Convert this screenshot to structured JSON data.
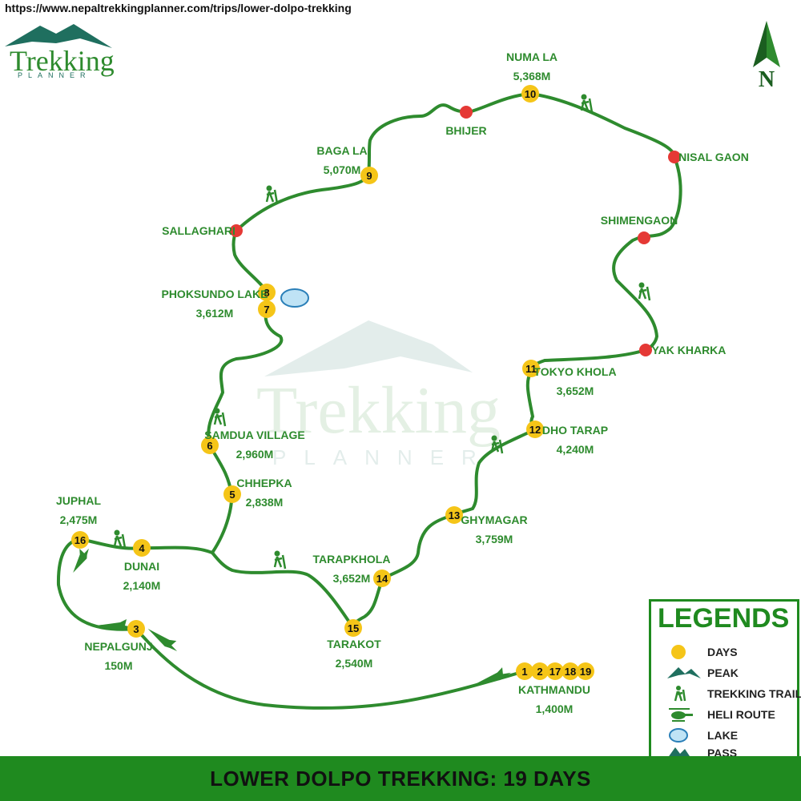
{
  "url": "https://www.nepaltrekkingplanner.com/trips/lower-dolpo-trekking",
  "brand": {
    "name": "Trekking",
    "sub": "PLANNER"
  },
  "compass": {
    "label": "N"
  },
  "colors": {
    "route": "#2e8b2e",
    "day_marker": "#f5c518",
    "place_marker": "#e53935",
    "text": "#2e8b2e",
    "footer_bg": "#1f8a1f"
  },
  "footer": {
    "title": "LOWER DOLPO TREKKING: 19 DAYS"
  },
  "legend": {
    "title": "LEGENDS",
    "items": [
      {
        "icon": "days-marker-icon",
        "label": "DAYS"
      },
      {
        "icon": "peak-icon",
        "label": "PEAK"
      },
      {
        "icon": "trekker-icon",
        "label": "TREKKING TRAIL"
      },
      {
        "icon": "helicopter-icon",
        "label": "HELI ROUTE"
      },
      {
        "icon": "lake-icon",
        "label": "LAKE"
      },
      {
        "icon": "pass-icon",
        "label": "PASS"
      }
    ]
  },
  "day_markers": [
    {
      "days": [
        "1",
        "2",
        "17",
        "18",
        "19"
      ]
    },
    {
      "days": [
        "3"
      ]
    },
    {
      "days": [
        "4"
      ]
    },
    {
      "days": [
        "5"
      ]
    },
    {
      "days": [
        "6"
      ]
    },
    {
      "days": [
        "7"
      ]
    },
    {
      "days": [
        "8"
      ]
    },
    {
      "days": [
        "9"
      ]
    },
    {
      "days": [
        "10"
      ]
    },
    {
      "days": [
        "11"
      ]
    },
    {
      "days": [
        "12"
      ]
    },
    {
      "days": [
        "13"
      ]
    },
    {
      "days": [
        "14"
      ]
    },
    {
      "days": [
        "15"
      ]
    },
    {
      "days": [
        "16"
      ]
    }
  ],
  "place_markers": [
    "SALLAGHARI",
    "BHIJER",
    "NISAL GAON",
    "SHIMENGAON",
    "YAK KHARKA"
  ],
  "labels": {
    "kathmandu": [
      "KATHMANDU",
      "1,400M"
    ],
    "nepalgunj": [
      "NEPALGUNJ",
      "150M"
    ],
    "juphal": [
      "JUPHAL",
      "2,475M"
    ],
    "dunai": [
      "DUNAI",
      "2,140M"
    ],
    "chhepka": [
      "CHHEPKA",
      "2,838M"
    ],
    "samdua": [
      "SAMDUA VILLAGE",
      "2,960M"
    ],
    "phoksundo": [
      "PHOKSUNDO LAKE",
      "3,612M"
    ],
    "sallaghari": [
      "SALLAGHARI"
    ],
    "baga_la": [
      "BAGA LA",
      "5,070M"
    ],
    "bhijer": [
      "BHIJER"
    ],
    "numa_la": [
      "NUMA LA",
      "5,368M"
    ],
    "nisal_gaon": [
      "NISAL GAON"
    ],
    "shimengaon": [
      "SHIMENGAON"
    ],
    "yak_kharka": [
      "YAK KHARKA"
    ],
    "tokyo_khola": [
      "TOKYO KHOLA",
      "3,652M"
    ],
    "dho_tarap": [
      "DHO TARAP",
      "4,240M"
    ],
    "ghymagar": [
      "GHYMAGAR",
      "3,759M"
    ],
    "tarapkhola": [
      "TARAPKHOLA",
      "3,652M"
    ],
    "tarakot": [
      "TARAKOT",
      "2,540M"
    ]
  }
}
